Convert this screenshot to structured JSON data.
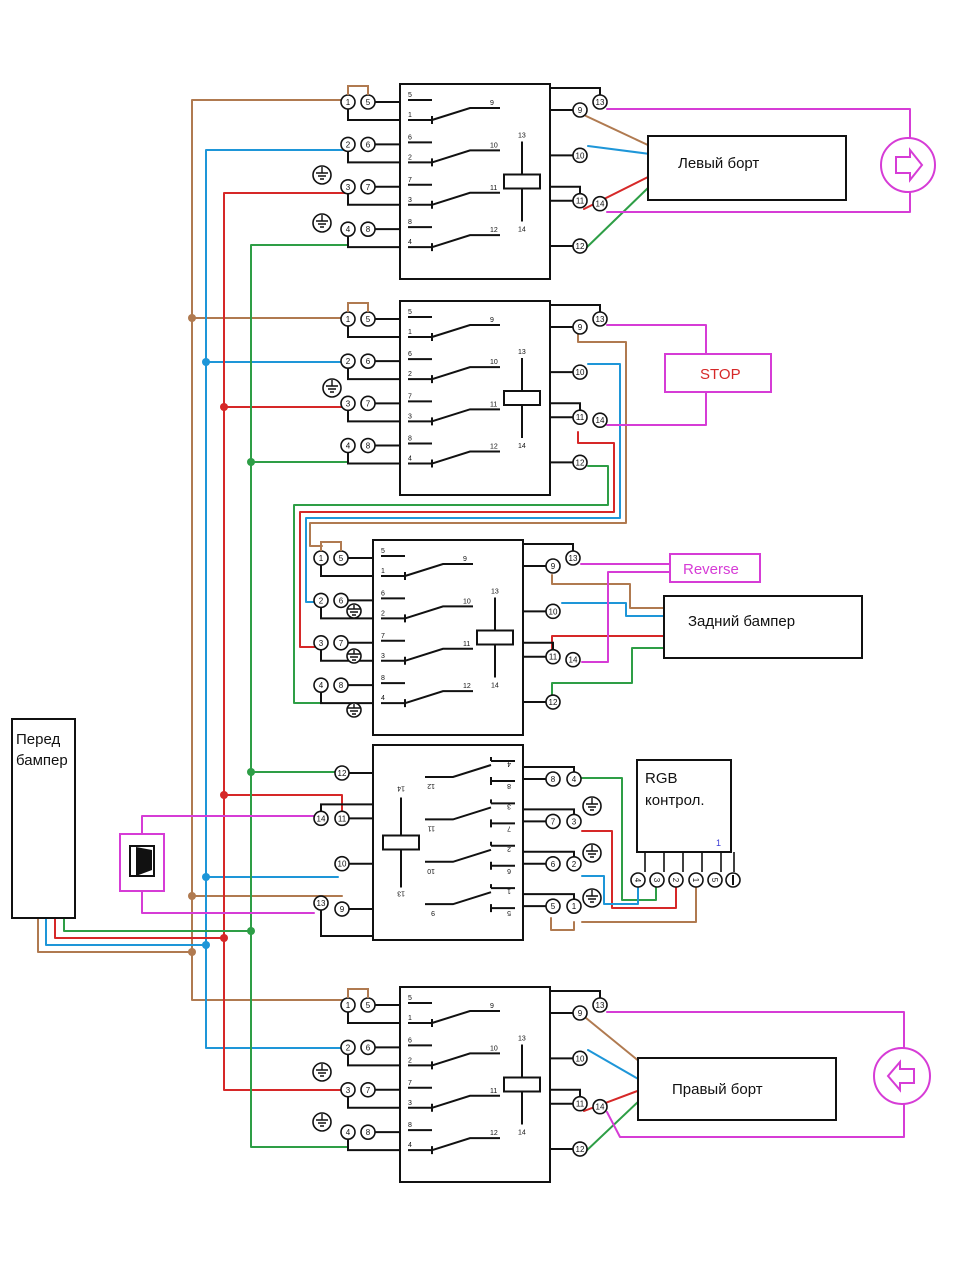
{
  "labels": {
    "left_side": "Левый борт",
    "stop": "STOP",
    "rear_bumper": "Задний бампер",
    "reverse": "Reverse",
    "rgb": "RGB",
    "controller": "контрол.",
    "front_bumper_1": "Перед",
    "front_bumper_2": "бампер",
    "right_side": "Правый борт"
  },
  "relay": {
    "coil_top": "13",
    "coil_bottom": "14",
    "contacts": [
      "5",
      "1",
      "9",
      "6",
      "2",
      "10",
      "7",
      "3",
      "11",
      "8",
      "4",
      "12"
    ]
  },
  "controller_pin_mark": "1",
  "colors": {
    "brown": "#b07a50",
    "blue": "#1e96d8",
    "red": "#d62828",
    "green": "#2e9e46",
    "magenta": "#d63cd6",
    "stop_text": "#d62828",
    "reverse_text": "#d63cd6"
  }
}
